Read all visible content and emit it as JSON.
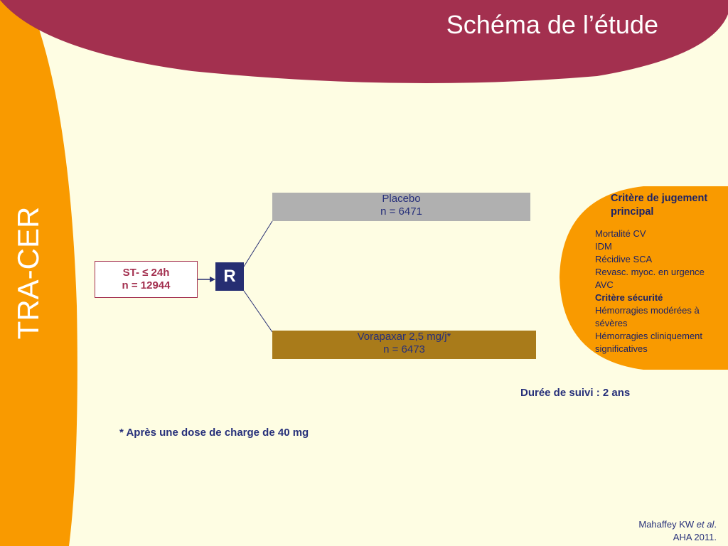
{
  "header": {
    "title": "Schéma de l’étude",
    "band_color": "#A3304F"
  },
  "sidebar": {
    "label": "TRA-CER",
    "color": "#F99A00"
  },
  "diagram": {
    "population": {
      "line1": "ST- ≤ 24h",
      "line2": "n = 12944"
    },
    "randomization": {
      "label": "R"
    },
    "arms": [
      {
        "line1": "Placebo",
        "line2": "n = 6471",
        "color": "#B0B0B0"
      },
      {
        "line1": "Vorapaxar 2,5 mg/j*",
        "line2": "n = 6473",
        "color": "#A97B1A"
      }
    ]
  },
  "criteria": {
    "heading": "Critère de jugement principal",
    "items": [
      {
        "text": "Mortalité CV",
        "bold": false
      },
      {
        "text": "IDM",
        "bold": false
      },
      {
        "text": "Récidive SCA",
        "bold": false
      },
      {
        "text": "Revasc. myoc. en urgence",
        "bold": false
      },
      {
        "text": "AVC",
        "bold": false
      },
      {
        "text": "Critère sécurité",
        "bold": true
      },
      {
        "text": "Hémorragies modérées à sévères",
        "bold": false
      },
      {
        "text": "Hémorragies cliniquement significatives",
        "bold": false
      }
    ],
    "color": "#F99A00"
  },
  "followup": "Durée de suivi : 2 ans",
  "footnote": "* Après une dose de charge de 40 mg",
  "citation": {
    "authors": "Mahaffey KW",
    "etal": "et al",
    "dot": ".",
    "source": "AHA 2011."
  }
}
